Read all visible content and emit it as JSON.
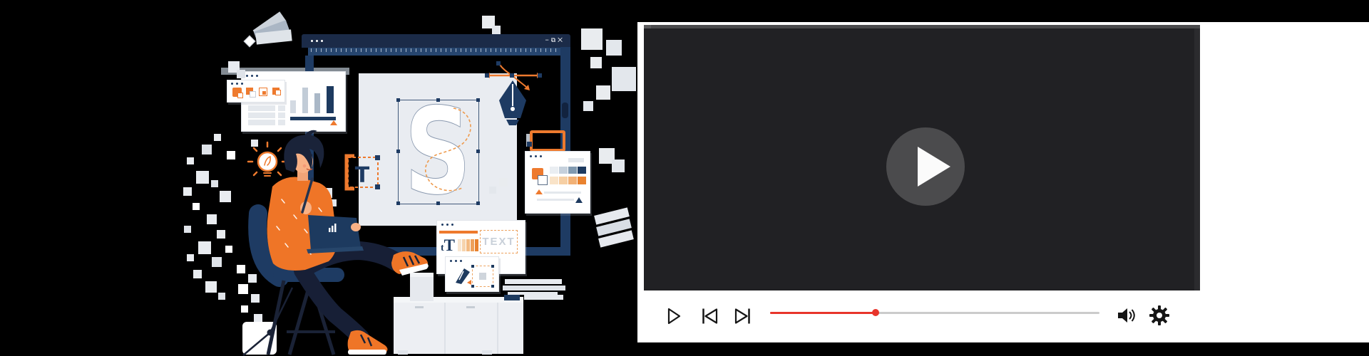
{
  "page": {
    "background": "#000000"
  },
  "illustration": {
    "name": "designer-at-work",
    "window_controls": {
      "minimize": "−",
      "restore": "⧉",
      "close": "✕"
    },
    "canvas_letter": "S",
    "text_tool_letter": "T",
    "type_sample": "tT",
    "text_placeholder": "TEXT",
    "colors": {
      "orange": "#ee7a2e",
      "navy": "#1e3b63",
      "navy_dark": "#1a2339",
      "canvas": "#e9ecf1",
      "skin": "#f8b185",
      "shirt": "#ef7527",
      "pants": "#171f36",
      "gray_light": "#e9ecf0"
    },
    "swatch_window": {
      "blues": [
        "#eaeef2",
        "#c5d0dc",
        "#8099b0",
        "#1d3a5f"
      ],
      "oranges": [
        "#f9e3c8",
        "#f6cfa4",
        "#f2b176",
        "#e9822f"
      ]
    },
    "gradient_bars": [
      "#f8e7d2",
      "#f6d3ad",
      "#f3ba82",
      "#eea05a",
      "#e8812d"
    ],
    "mini_chart": {
      "bars": [
        {
          "h": 18,
          "c": "#d3dae2"
        },
        {
          "h": 36,
          "c": "#c2ccd7"
        },
        {
          "h": 28,
          "c": "#aab8c7"
        },
        {
          "h": 38,
          "c": "#1d3a5f"
        }
      ]
    },
    "confetti": [
      [
        352,
        196,
        10,
        "#e8ebf0"
      ],
      [
        320,
        86,
        16,
        "#e8ebf0"
      ],
      [
        332,
        98,
        12,
        "#dfe3e9"
      ],
      [
        300,
        188,
        10,
        "#e9ecf0"
      ],
      [
        283,
        203,
        14,
        "#dfe3e9"
      ],
      [
        262,
        221,
        10,
        "#e9ecf0"
      ],
      [
        318,
        212,
        12,
        "#ffffff"
      ],
      [
        275,
        240,
        18,
        "#e9ecf0"
      ],
      [
        296,
        253,
        10,
        "#dfe3e9"
      ],
      [
        257,
        263,
        12,
        "#e9ecf0"
      ],
      [
        308,
        268,
        16,
        "#e9ecf0"
      ],
      [
        270,
        285,
        10,
        "#ffffff"
      ],
      [
        290,
        301,
        14,
        "#e9ecf0"
      ],
      [
        258,
        317,
        10,
        "#dfe3e9"
      ],
      [
        304,
        323,
        12,
        "#e9ecf0"
      ],
      [
        278,
        339,
        18,
        "#e9ecf0"
      ],
      [
        262,
        357,
        10,
        "#e9ecf0"
      ],
      [
        297,
        361,
        14,
        "#dfe3e9"
      ],
      [
        316,
        345,
        10,
        "#ffffff"
      ],
      [
        271,
        379,
        12,
        "#e9ecf0"
      ],
      [
        288,
        395,
        16,
        "#e9ecf0"
      ],
      [
        306,
        411,
        10,
        "#dfe3e9"
      ],
      [
        332,
        372,
        12,
        "#ffffff"
      ],
      [
        348,
        385,
        12,
        "#e8ebf0"
      ],
      [
        334,
        399,
        14,
        "#ffffff"
      ],
      [
        352,
        413,
        12,
        "#e8ebf0"
      ],
      [
        338,
        429,
        10,
        "#ffffff"
      ],
      [
        356,
        441,
        12,
        "#e8ebf0"
      ],
      [
        372,
        455,
        10,
        "#e8ebf0"
      ],
      [
        452,
        264,
        14,
        "#e5e9ee"
      ],
      [
        462,
        280,
        10,
        "#e5e9ee"
      ],
      [
        815,
        40,
        30,
        "#e9ecef"
      ],
      [
        850,
        56,
        22,
        "#e3e7ec"
      ],
      [
        828,
        80,
        16,
        "#e9ecef"
      ],
      [
        858,
        94,
        34,
        "#e3e7ec"
      ],
      [
        836,
        120,
        20,
        "#e9ecef"
      ],
      [
        818,
        142,
        14,
        "#e3e7ec"
      ],
      [
        840,
        208,
        22,
        "#e9ecef"
      ],
      [
        858,
        224,
        18,
        "#e3e7ec"
      ],
      [
        676,
        22,
        18,
        "#e9ecef"
      ],
      [
        690,
        36,
        12,
        "#e3e7ec"
      ],
      [
        700,
        250,
        12,
        "#e9ecef"
      ],
      [
        686,
        262,
        10,
        "#e3e7ec"
      ]
    ]
  },
  "player": {
    "video_background": "#212124",
    "overlay": {
      "icon": "play",
      "disc_color": "#4b4b4d"
    },
    "controls": {
      "play": "play",
      "previous": "previous",
      "next": "next",
      "volume": "volume",
      "settings": "settings",
      "progress_percent": 32,
      "track_color": "#cbcbcb",
      "progress_color": "#e8352b",
      "icon_color": "#161616"
    }
  }
}
